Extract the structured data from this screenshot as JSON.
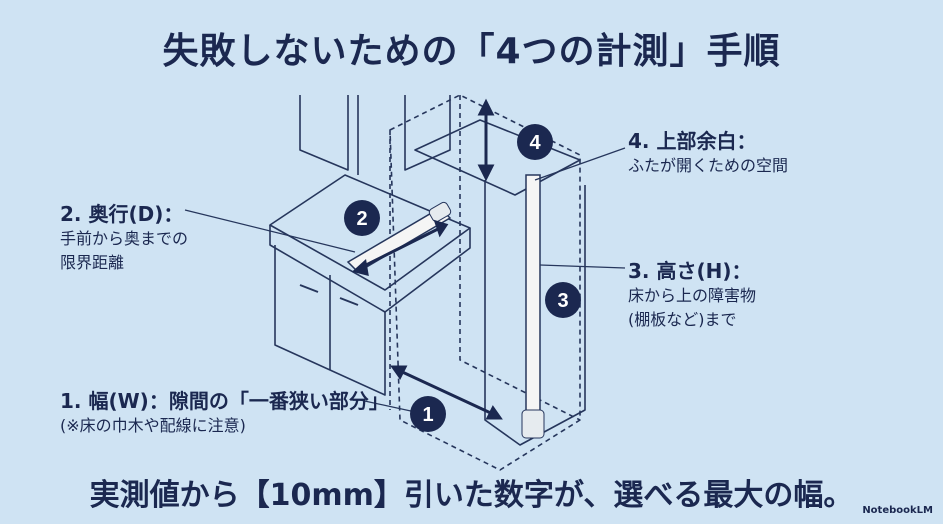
{
  "title": "失敗しないための「4つの計測」手順",
  "labels": {
    "depth": {
      "head": "2. 奥行(D)：",
      "line1": "手前から奥までの",
      "line2": "限界距離"
    },
    "top": {
      "head": "4. 上部余白：",
      "line1": "ふたが開くための空間"
    },
    "height": {
      "head": "3. 高さ(H)：",
      "line1": "床から上の障害物",
      "line2": "(棚板など)まで"
    },
    "width": {
      "head": "1. 幅(W)：隙間の「一番狭い部分」",
      "line1": "(※床の巾木や配線に注意)"
    }
  },
  "markers": [
    "1",
    "2",
    "3",
    "4"
  ],
  "footer": "実測値から【10mm】引いた数字が、選べる最大の幅。",
  "brand": "NotebookLM",
  "colors": {
    "background": "#cfe3f3",
    "ink": "#1b2850",
    "marker": "#1b2850"
  }
}
